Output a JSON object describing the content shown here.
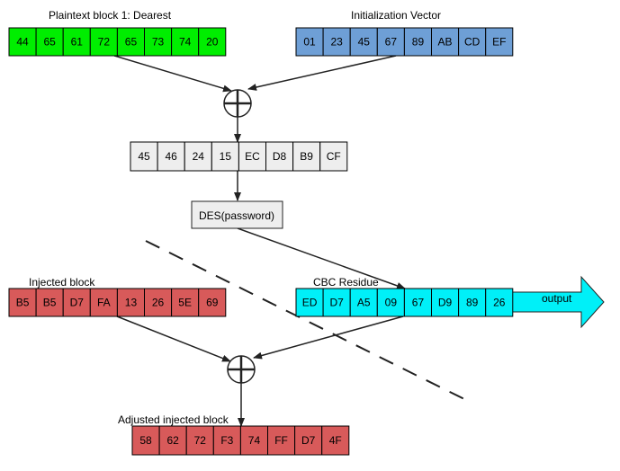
{
  "labels": {
    "plaintext": "Plaintext block 1: Dearest",
    "iv": "Initialization Vector",
    "injected": "Injected block",
    "cbc_residue": "CBC Residue",
    "adjusted": "Adjusted injected block",
    "des": "DES(password)",
    "output": "output"
  },
  "colors": {
    "plaintext": "#00ee00",
    "iv": "#6e9fd6",
    "xor_result": "#eeeeee",
    "des": "#eeeeee",
    "injected": "#d85a5a",
    "cbc_residue": "#00f0f8",
    "adjusted": "#d85a5a",
    "output_arrow": "#00f0f8"
  },
  "blocks": {
    "plaintext": [
      "44",
      "65",
      "61",
      "72",
      "65",
      "73",
      "74",
      "20"
    ],
    "iv": [
      "01",
      "23",
      "45",
      "67",
      "89",
      "AB",
      "CD",
      "EF"
    ],
    "xor_result": [
      "45",
      "46",
      "24",
      "15",
      "EC",
      "D8",
      "B9",
      "CF"
    ],
    "injected": [
      "B5",
      "B5",
      "D7",
      "FA",
      "13",
      "26",
      "5E",
      "69"
    ],
    "cbc_residue": [
      "ED",
      "D7",
      "A5",
      "09",
      "67",
      "D9",
      "89",
      "26"
    ],
    "adjusted": [
      "58",
      "62",
      "72",
      "F3",
      "74",
      "FF",
      "D7",
      "4F"
    ]
  }
}
